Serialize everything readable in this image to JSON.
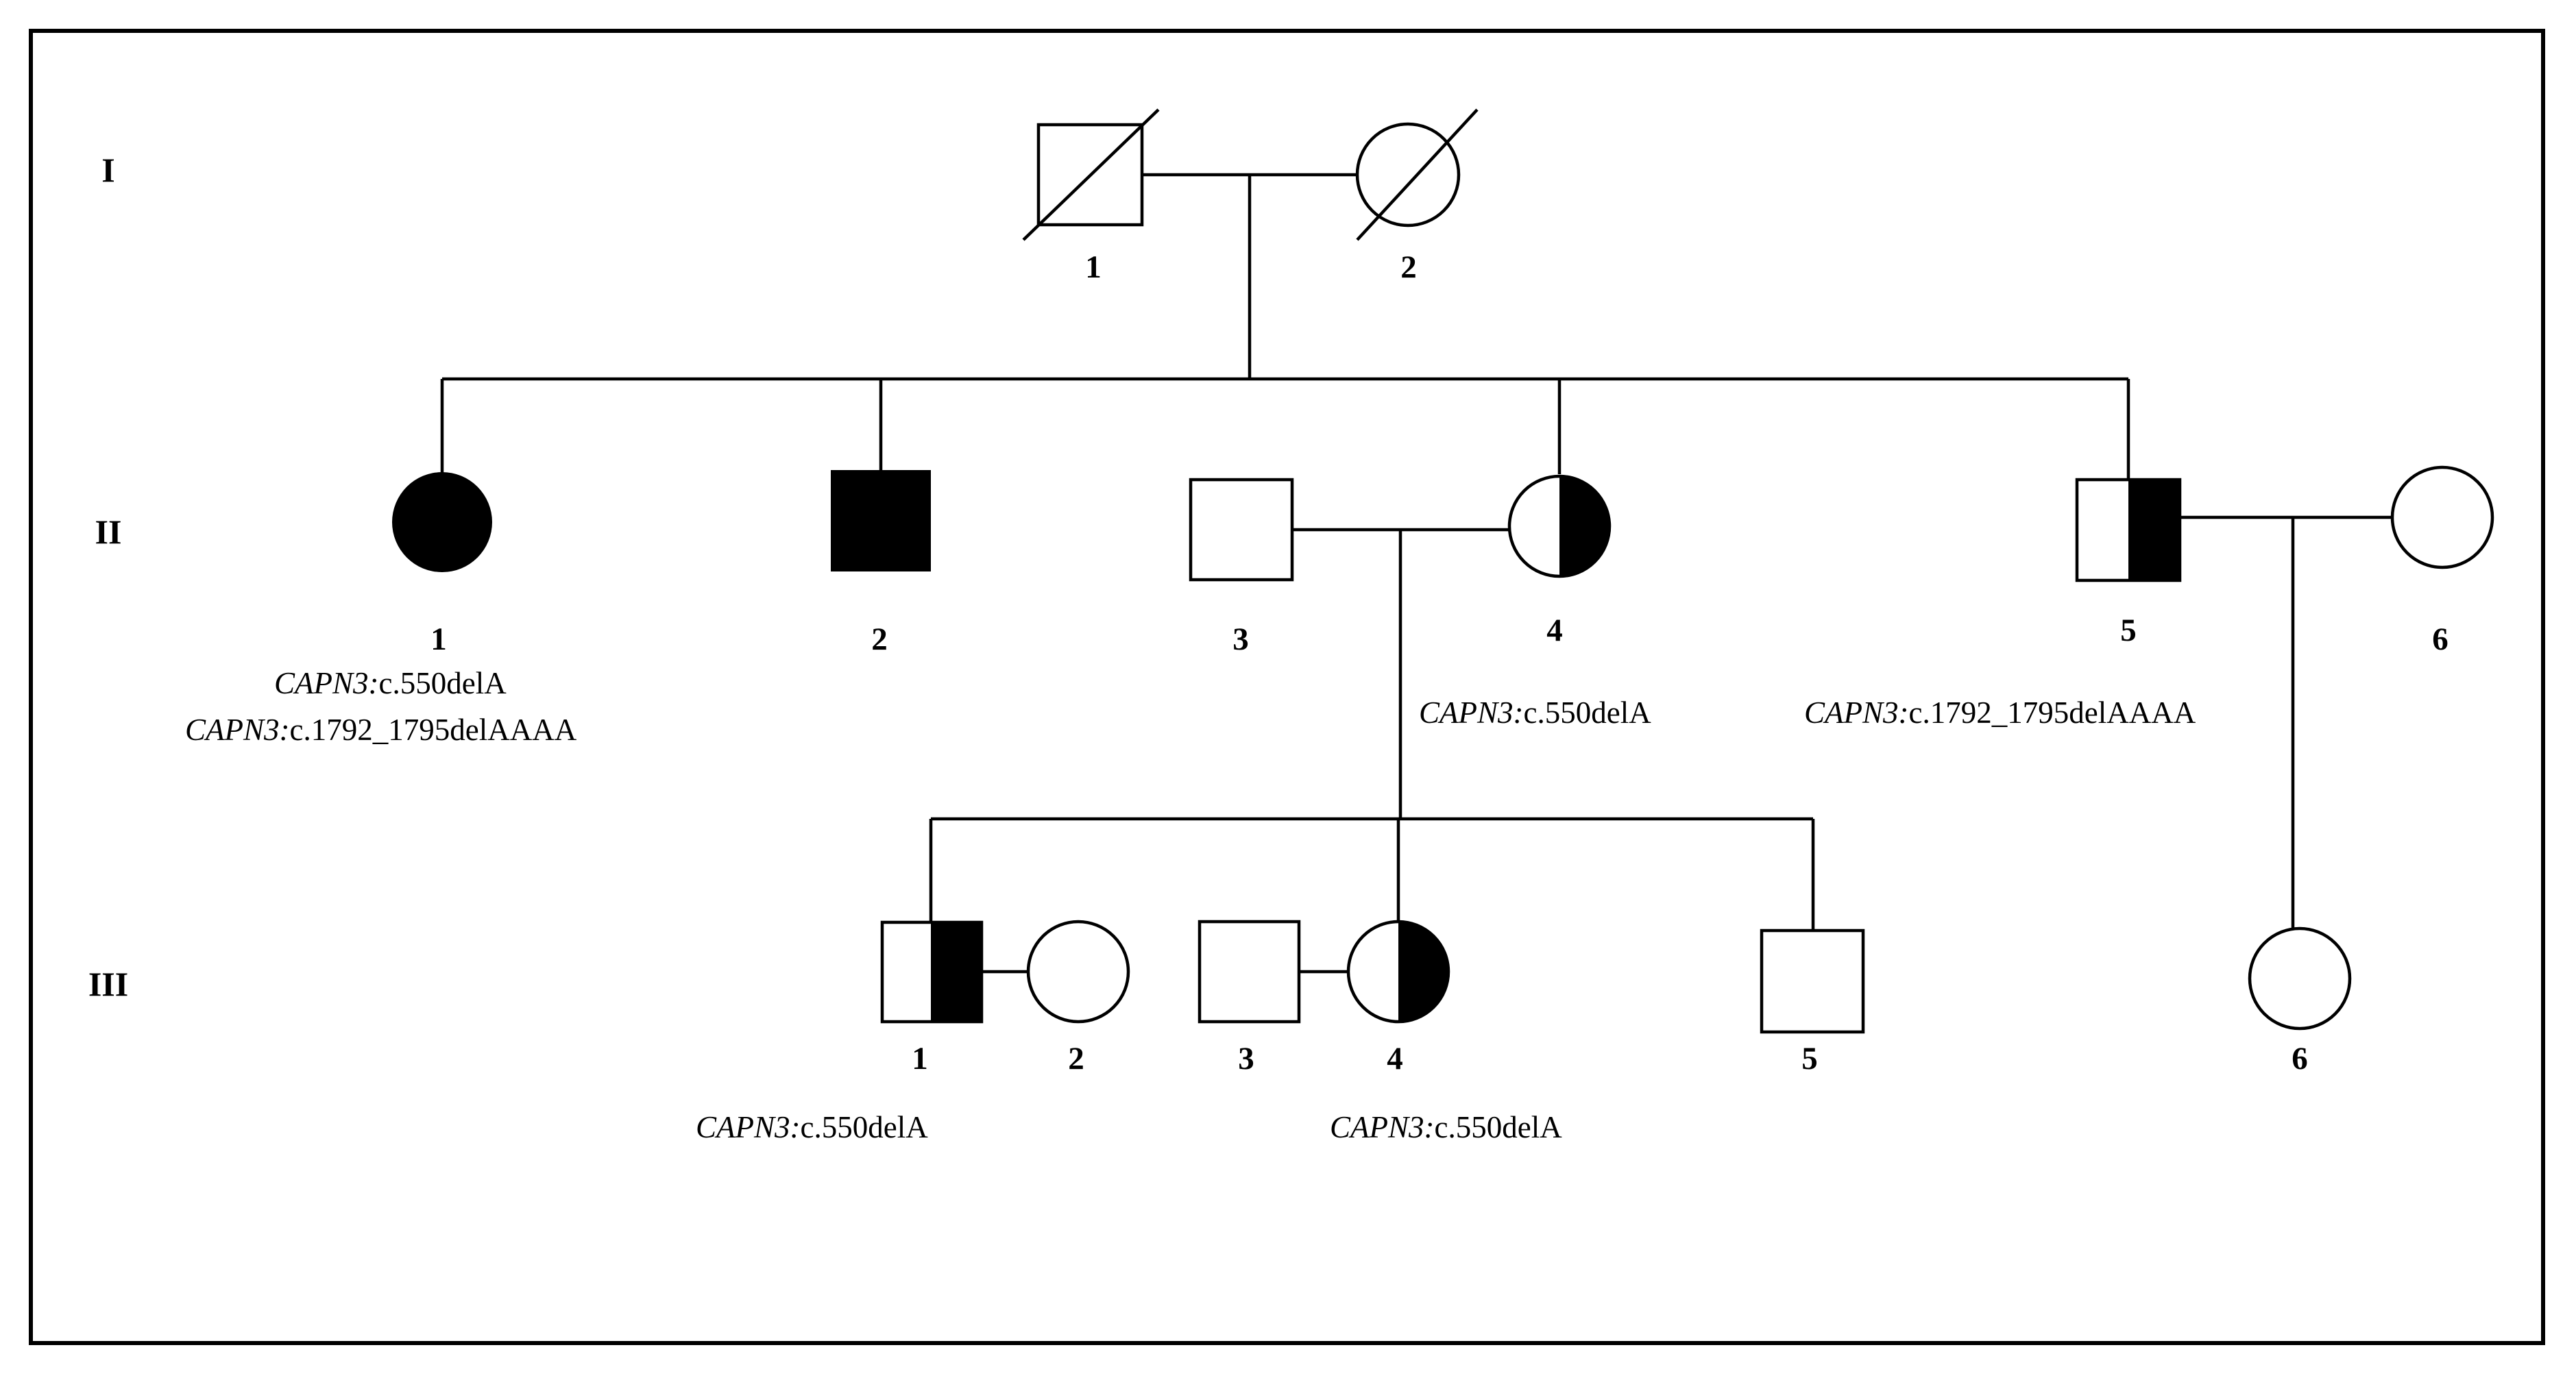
{
  "generations": [
    {
      "label": "I",
      "individuals": [
        {
          "number": "1",
          "sex": "male",
          "status": "deceased"
        },
        {
          "number": "2",
          "sex": "female",
          "status": "deceased"
        }
      ]
    },
    {
      "label": "II",
      "individuals": [
        {
          "number": "1",
          "sex": "female",
          "status": "affected",
          "variants": [
            "c.550delA",
            "c.1792_1795delAAAA"
          ]
        },
        {
          "number": "2",
          "sex": "male",
          "status": "affected"
        },
        {
          "number": "3",
          "sex": "male",
          "status": "unaffected"
        },
        {
          "number": "4",
          "sex": "female",
          "status": "carrier",
          "variants": [
            "c.550delA"
          ]
        },
        {
          "number": "5",
          "sex": "male",
          "status": "carrier",
          "variants": [
            "c.1792_1795delAAAA"
          ]
        },
        {
          "number": "6",
          "sex": "female",
          "status": "unaffected"
        }
      ]
    },
    {
      "label": "III",
      "individuals": [
        {
          "number": "1",
          "sex": "male",
          "status": "carrier",
          "variants": [
            "c.550delA"
          ]
        },
        {
          "number": "2",
          "sex": "female",
          "status": "unaffected"
        },
        {
          "number": "3",
          "sex": "male",
          "status": "unaffected"
        },
        {
          "number": "4",
          "sex": "female",
          "status": "carrier",
          "variants": [
            "c.550delA"
          ]
        },
        {
          "number": "5",
          "sex": "male",
          "status": "unaffected"
        },
        {
          "number": "6",
          "sex": "female",
          "status": "unaffected"
        }
      ]
    }
  ],
  "gene": "CAPN3:",
  "colors": {
    "affected": "#000000",
    "unaffected": "#ffffff",
    "line": "#000000"
  }
}
